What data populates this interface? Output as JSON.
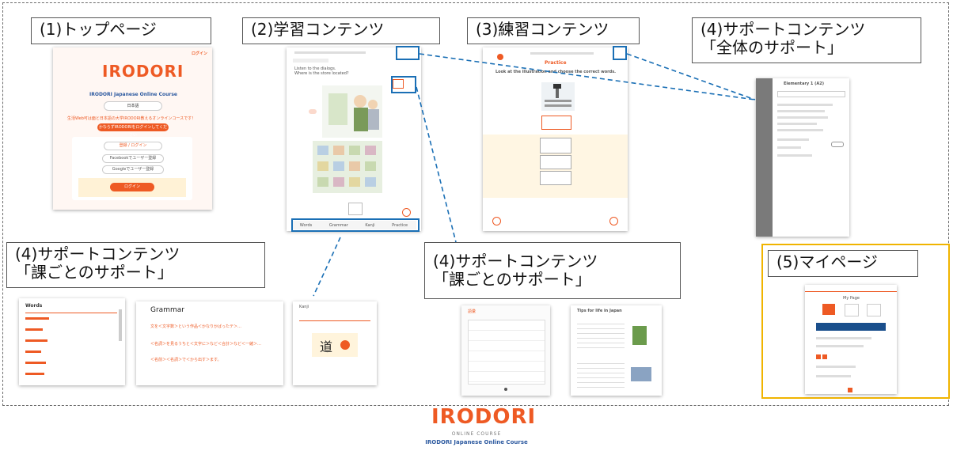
{
  "labels": {
    "top_page": "(1)トップページ",
    "learning": "(2)学習コンテンツ",
    "practice": "(3)練習コンテンツ",
    "support_all_line1": "(4)サポートコンテンツ",
    "support_all_line2": "「全体のサポート」",
    "support_lesson_a_line1": "(4)サポートコンテンツ",
    "support_lesson_a_line2": "「課ごとのサポート」",
    "support_lesson_b_line1": "(4)サポートコンテンツ",
    "support_lesson_b_line2": "「課ごとのサポート」",
    "mypage": "(5)マイページ"
  },
  "top_page_shot": {
    "logo": "IRODORI",
    "course_title": "IRODORI Japanese Online Course",
    "language": "日本語",
    "catch_copy": "生活Web可は面と日本語の大学IRODORI教えるオンラインコースです！",
    "cta": "かならずIRODORIをログインしてください",
    "register": "登録 / ログイン",
    "facebook": "Facebookでユーザー登録",
    "google": "Googleでユーザー登録",
    "login": "ログイン",
    "login_badge": "ログイン"
  },
  "learning_shot": {
    "instruction_line1": "Listen to the dialogs.",
    "instruction_line2": "Where is the store located?",
    "tabs": [
      "Words",
      "Grammar",
      "Kanji",
      "Practice"
    ]
  },
  "practice_shot": {
    "title": "Practice",
    "instruction": "Look at the illustration and choose the correct words."
  },
  "support_all_shot": {
    "header": "Elementary 1 (A2)"
  },
  "lesson_support_shots": {
    "words_title": "Words",
    "grammar_title": "Grammar",
    "grammar_items": [
      "文を＜文字数＞という作品＜かなりかばったテ＞…",
      "＜名詞＞を見るうちと＜文字に＞など＜合計＞など＜一緒＞…",
      "＜名前＞＜名詞＞で＜から出す＞ます。"
    ],
    "kanji_title": "Kanji",
    "kanji_char": "道",
    "vocab_title": "語彙",
    "tips_title": "Tips for life in Japan"
  },
  "mypage_shot": {
    "title": "My Page"
  },
  "footer": {
    "logo": "IRODORI",
    "tagline": "ONLINE COURSE",
    "course_title": "IRODORI Japanese Online Course"
  },
  "colors": {
    "accent_orange": "#ee5a24",
    "connector_blue": "#1a6fb5",
    "mypage_border": "#f0b400"
  }
}
